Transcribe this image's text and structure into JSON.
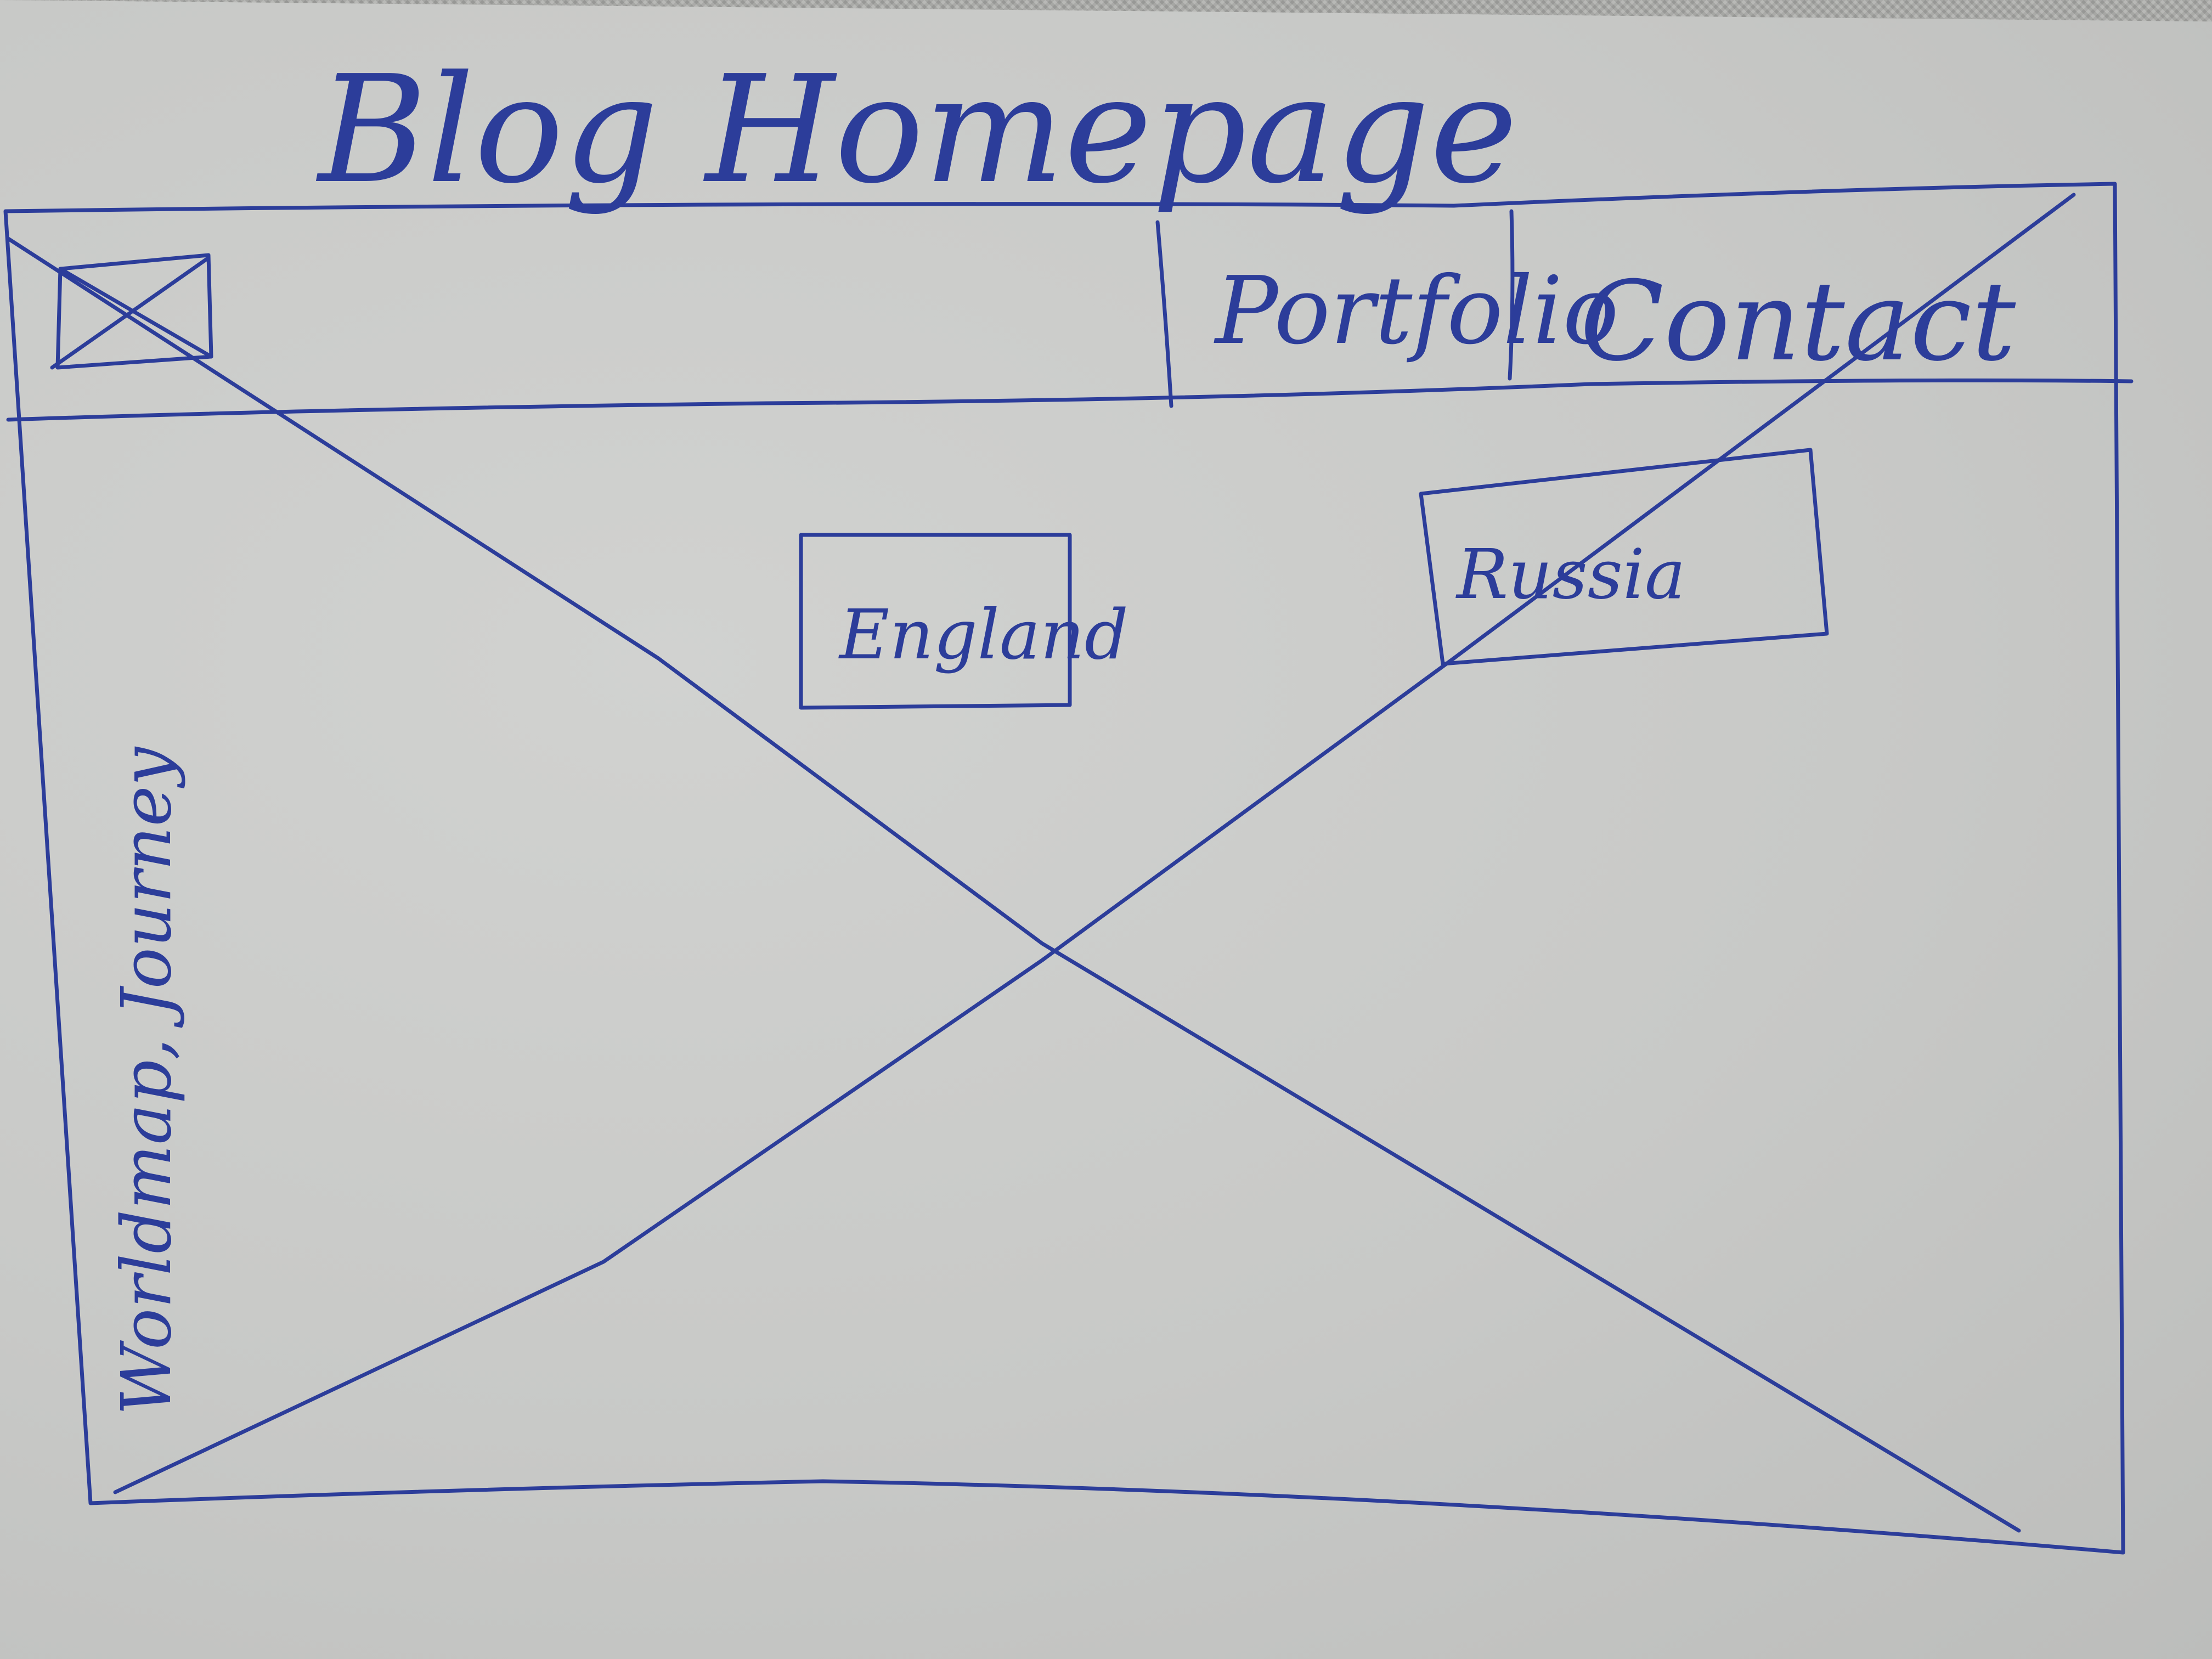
{
  "sketch": {
    "title": "Blog Homepage",
    "nav": {
      "portfolio_label": "Portfolio",
      "contact_label": "Contact"
    },
    "map": {
      "side_label": "Worldmap, Journey",
      "regions": [
        {
          "label": "England"
        },
        {
          "label": "Russia"
        }
      ]
    }
  },
  "colors": {
    "ink": "#2c3d9a",
    "paper": "#c9cac8",
    "background": "#a9aaa7"
  }
}
